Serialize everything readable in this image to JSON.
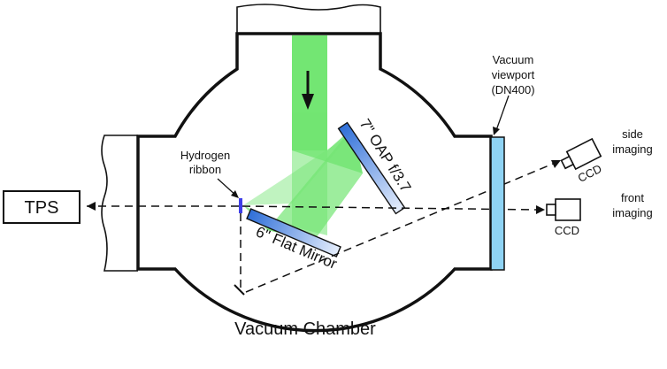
{
  "labels": {
    "tps": "TPS",
    "hydrogen_ribbon_line1": "Hydrogen",
    "hydrogen_ribbon_line2": "ribbon",
    "oap_mirror": "7\" OAP f/3.7",
    "flat_mirror": "6\" Flat Mirror",
    "vacuum_chamber": "Vacuum Chamber",
    "viewport_line1": "Vacuum",
    "viewport_line2": "viewport",
    "viewport_line3": "(DN400)",
    "side_imaging_line1": "side",
    "side_imaging_line2": "imaging",
    "front_imaging_line1": "front",
    "front_imaging_line2": "imaging",
    "ccd_side": "CCD",
    "ccd_front": "CCD"
  },
  "colors": {
    "laser_green": "#3ddc3d",
    "mirror_blue": "#3a7fe0",
    "viewport_blue": "#8fd3f4",
    "ribbon_blue": "#3f3fe8",
    "outline": "#111111"
  },
  "icons": {
    "camera_side": "ccd-camera-icon",
    "camera_front": "ccd-camera-icon",
    "beam_direction": "arrow-down-icon"
  }
}
